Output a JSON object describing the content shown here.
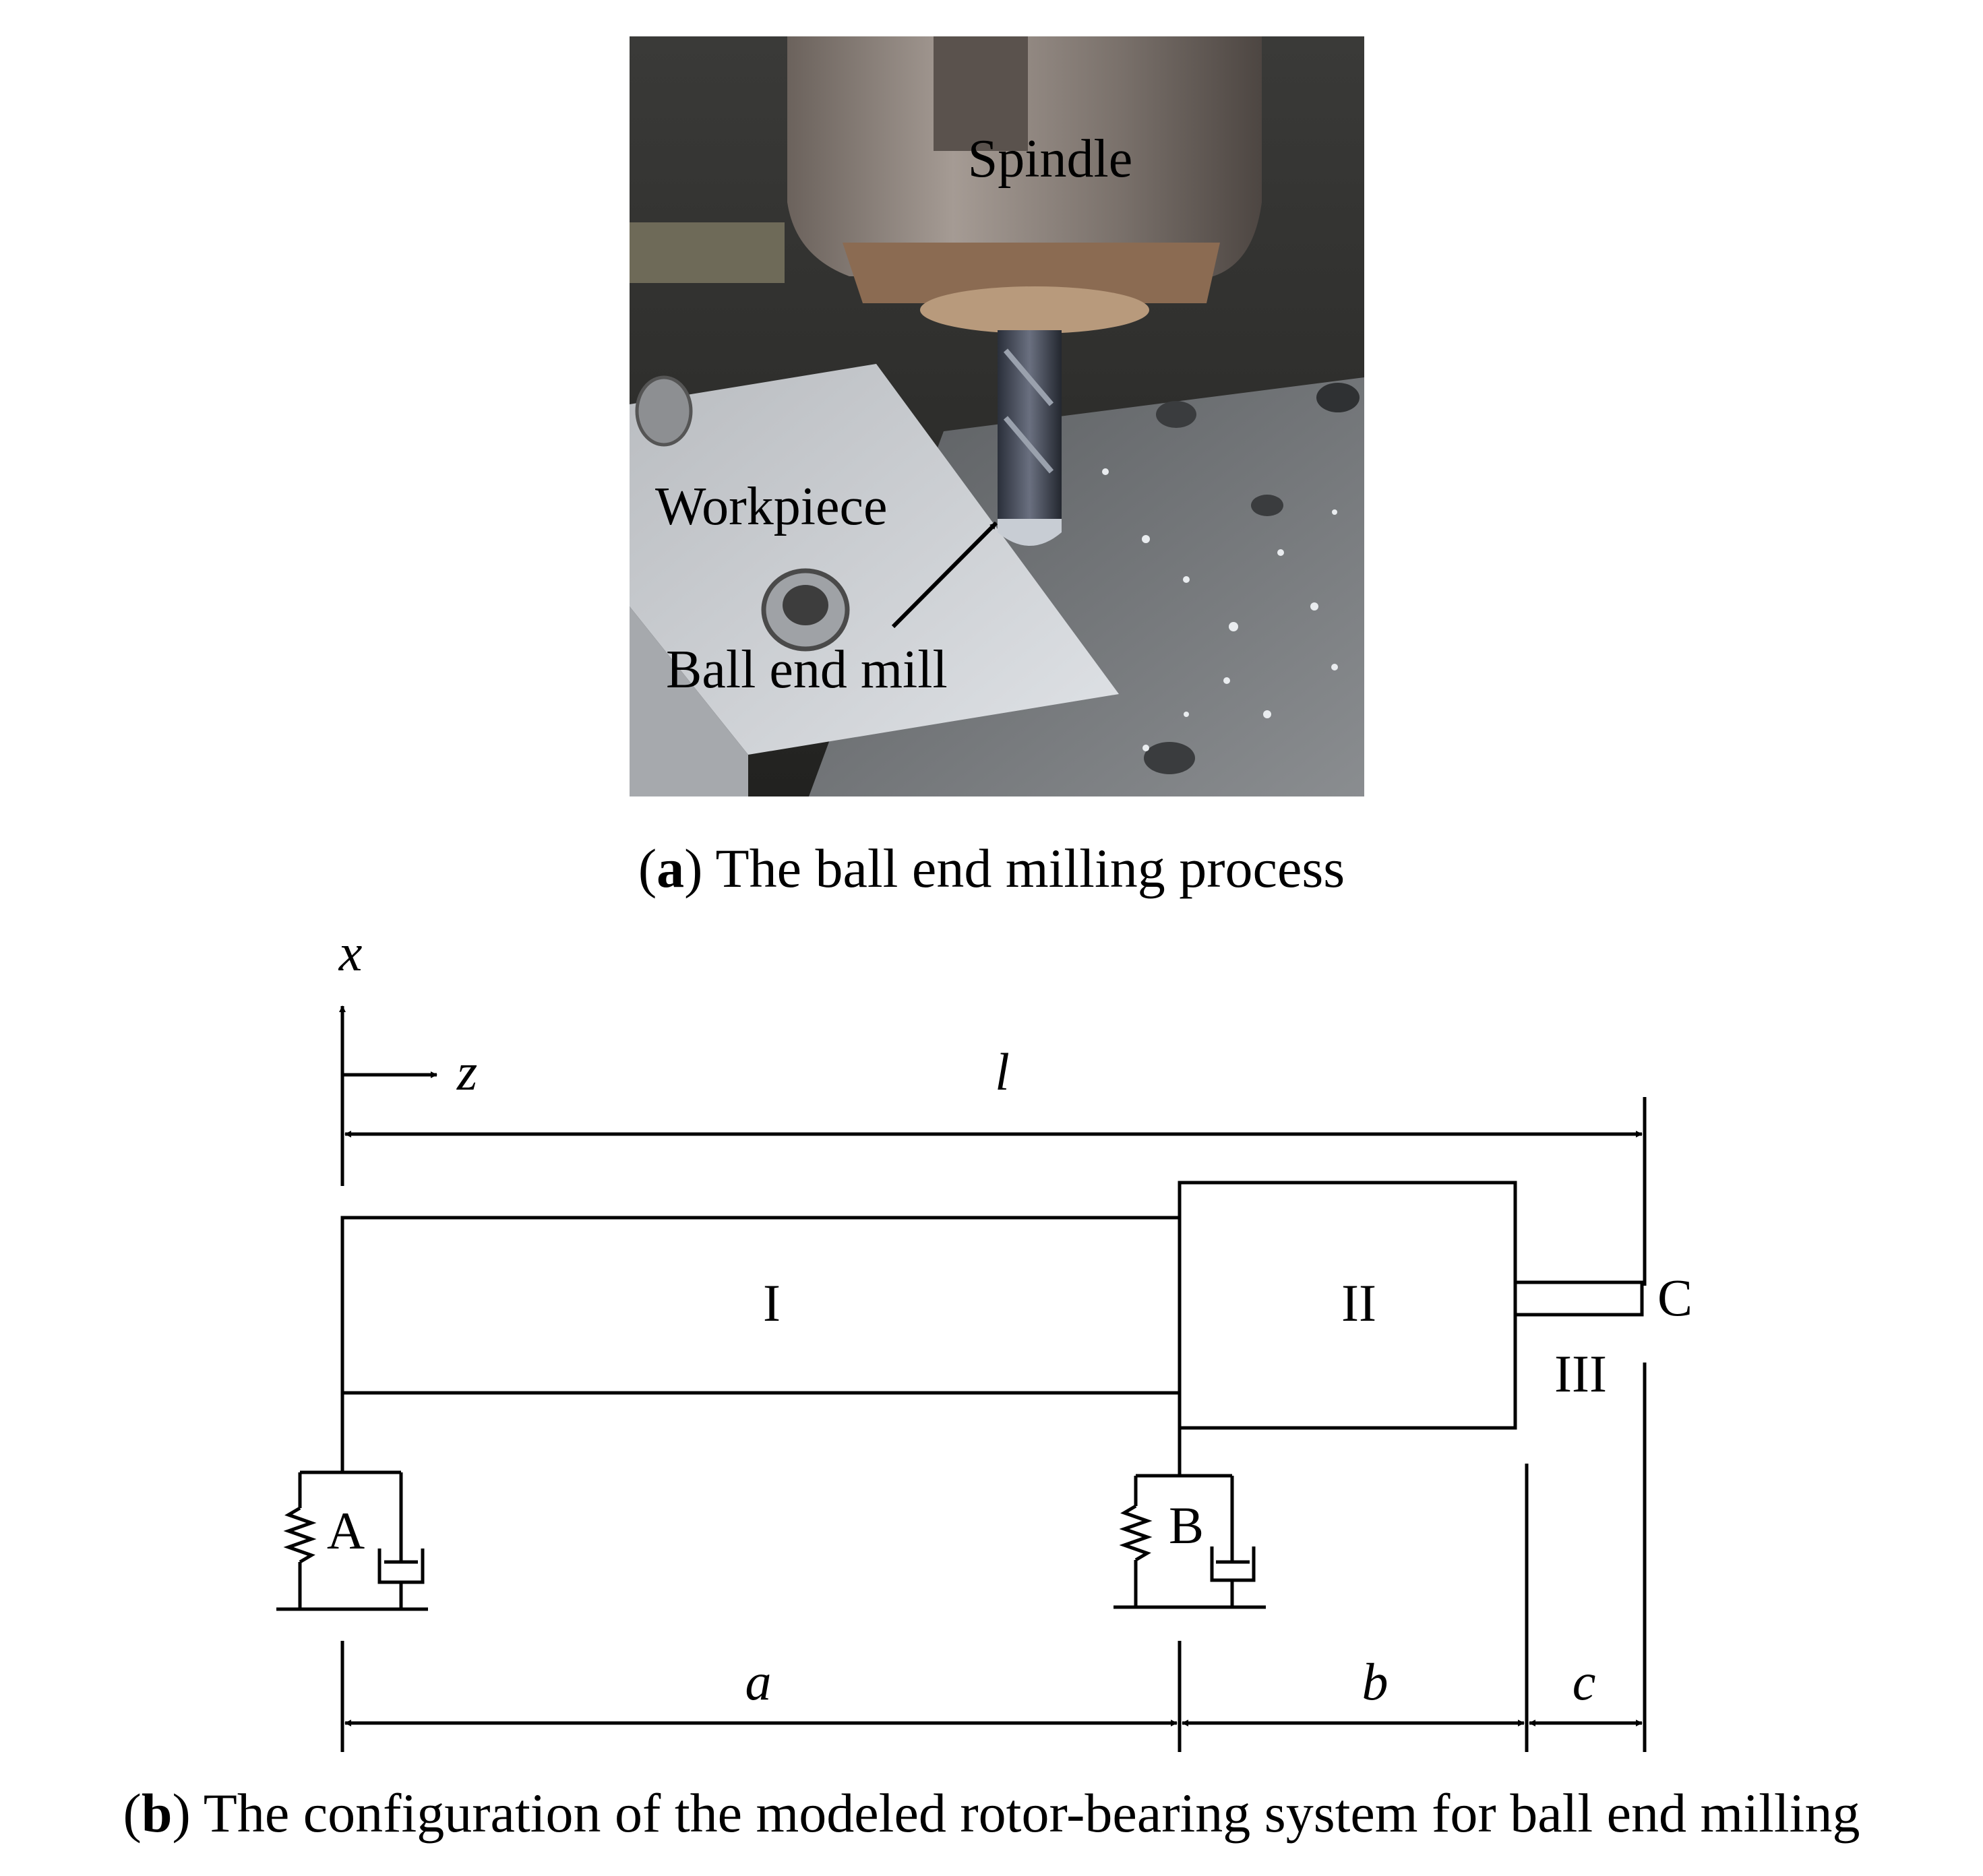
{
  "photo": {
    "labels": {
      "spindle": "Spindle",
      "workpiece": "Workpiece",
      "ball_end_mill": "Ball end mill"
    }
  },
  "captions": {
    "a": {
      "tag": "a",
      "text": "The ball end milling process"
    },
    "b": {
      "tag": "b",
      "text": "The configuration of the modeled rotor-bearing system for ball end milling"
    }
  },
  "diagram": {
    "axes": {
      "x": "x",
      "z": "z"
    },
    "segments": {
      "I": "I",
      "II": "II",
      "III": "III"
    },
    "points": {
      "A": "A",
      "B": "B",
      "C": "C"
    },
    "dimensions": {
      "l": "l",
      "a": "a",
      "b": "b",
      "c": "c"
    }
  }
}
